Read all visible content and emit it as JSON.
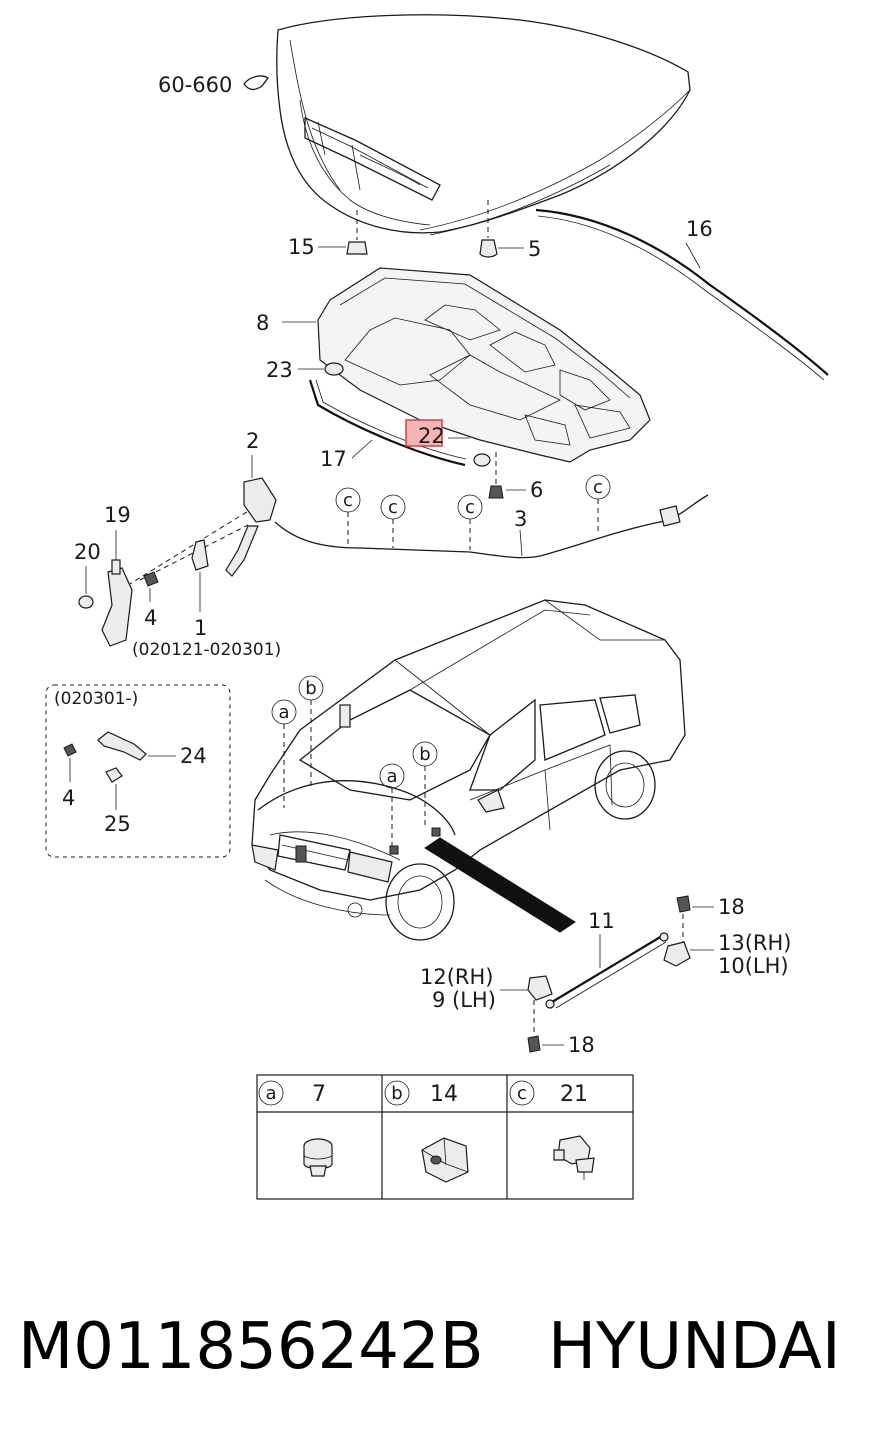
{
  "labels": {
    "ref_60_660": "60-660",
    "p1": "1",
    "p2": "2",
    "p3": "3",
    "p4a": "4",
    "p4b": "4",
    "p5": "5",
    "p6": "6",
    "p8": "8",
    "p9": "9 (LH)",
    "p10": "10(LH)",
    "p11": "11",
    "p12": "12(RH)",
    "p13": "13(RH)",
    "p15": "15",
    "p16": "16",
    "p17": "17",
    "p18a": "18",
    "p18b": "18",
    "p19": "19",
    "p20": "20",
    "p22": "22",
    "p23": "23",
    "p24": "24",
    "p25": "25",
    "date_range_1": "(020121-020301)",
    "date_range_2": "(020301-)"
  },
  "callouts": {
    "a": "a",
    "b": "b",
    "c": "c"
  },
  "legend": [
    {
      "letter": "a",
      "part": "7"
    },
    {
      "letter": "b",
      "part": "14"
    },
    {
      "letter": "c",
      "part": "21"
    }
  ],
  "footer": {
    "part_number": "M011856242B",
    "brand": "HYUNDAI"
  },
  "highlight_color": "#e03030"
}
